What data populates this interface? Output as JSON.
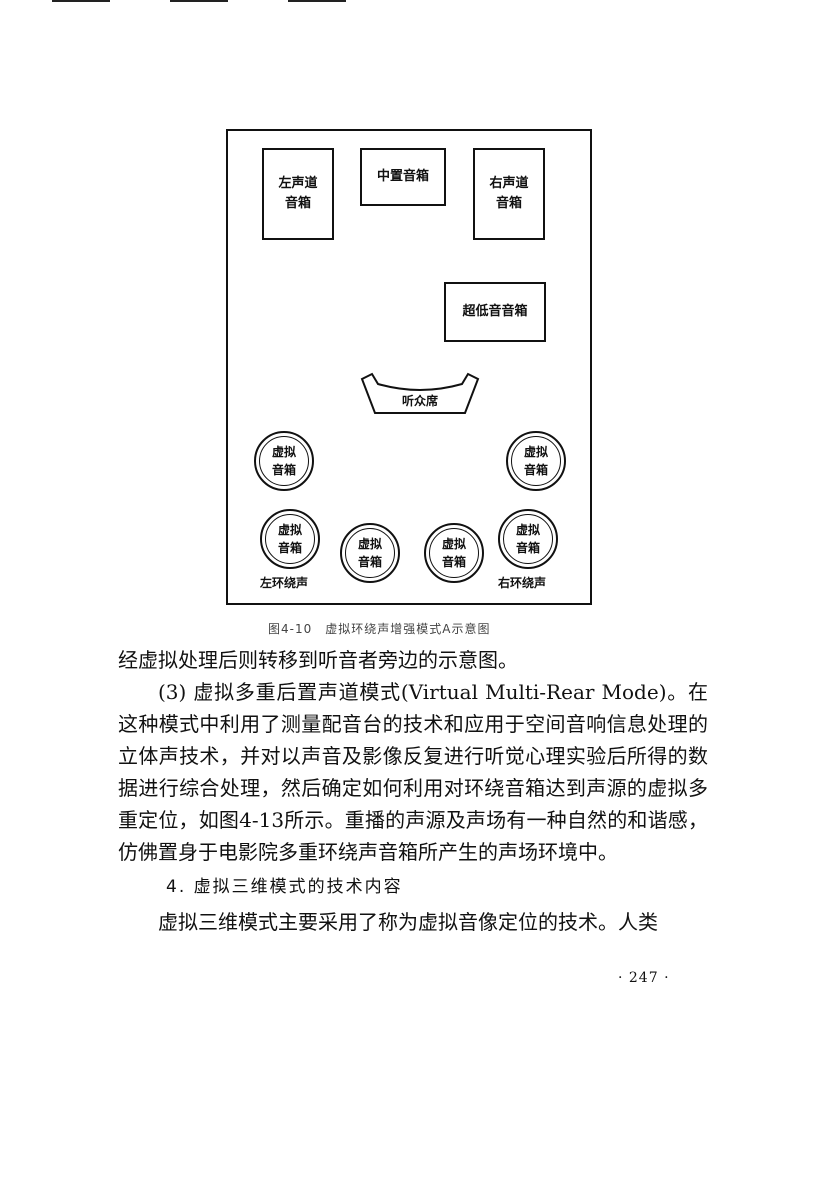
{
  "diagram": {
    "left_speaker": "左声道\n音箱",
    "center_speaker": "中置音箱",
    "right_speaker": "右声道\n音箱",
    "subwoofer": "超低音音箱",
    "listener_seat": "听众席",
    "virtual_speaker": "虚拟\n音箱",
    "left_surround_label": "左环绕声",
    "right_surround_label": "右环绕声"
  },
  "caption": "图4-10　虚拟环绕声增强模式A示意图",
  "paragraphs": {
    "p1": "经虚拟处理后则转移到听音者旁边的示意图。",
    "p2": "(3) 虚拟多重后置声道模式(Virtual Multi-Rear Mode)。在这种模式中利用了测量配音台的技术和应用于空间音响信息处理的立体声技术，并对以声音及影像反复进行听觉心理实验后所得的数据进行综合处理，然后确定如何利用对环绕音箱达到声源的虚拟多重定位，如图4-13所示。重播的声源及声场有一种自然的和谐感，仿佛置身于电影院多重环绕声音箱所产生的声场环境中。",
    "heading": "4. 虚拟三维模式的技术内容",
    "p3": "虚拟三维模式主要采用了称为虚拟音像定位的技术。人类"
  },
  "page_number": "· 247 ·"
}
